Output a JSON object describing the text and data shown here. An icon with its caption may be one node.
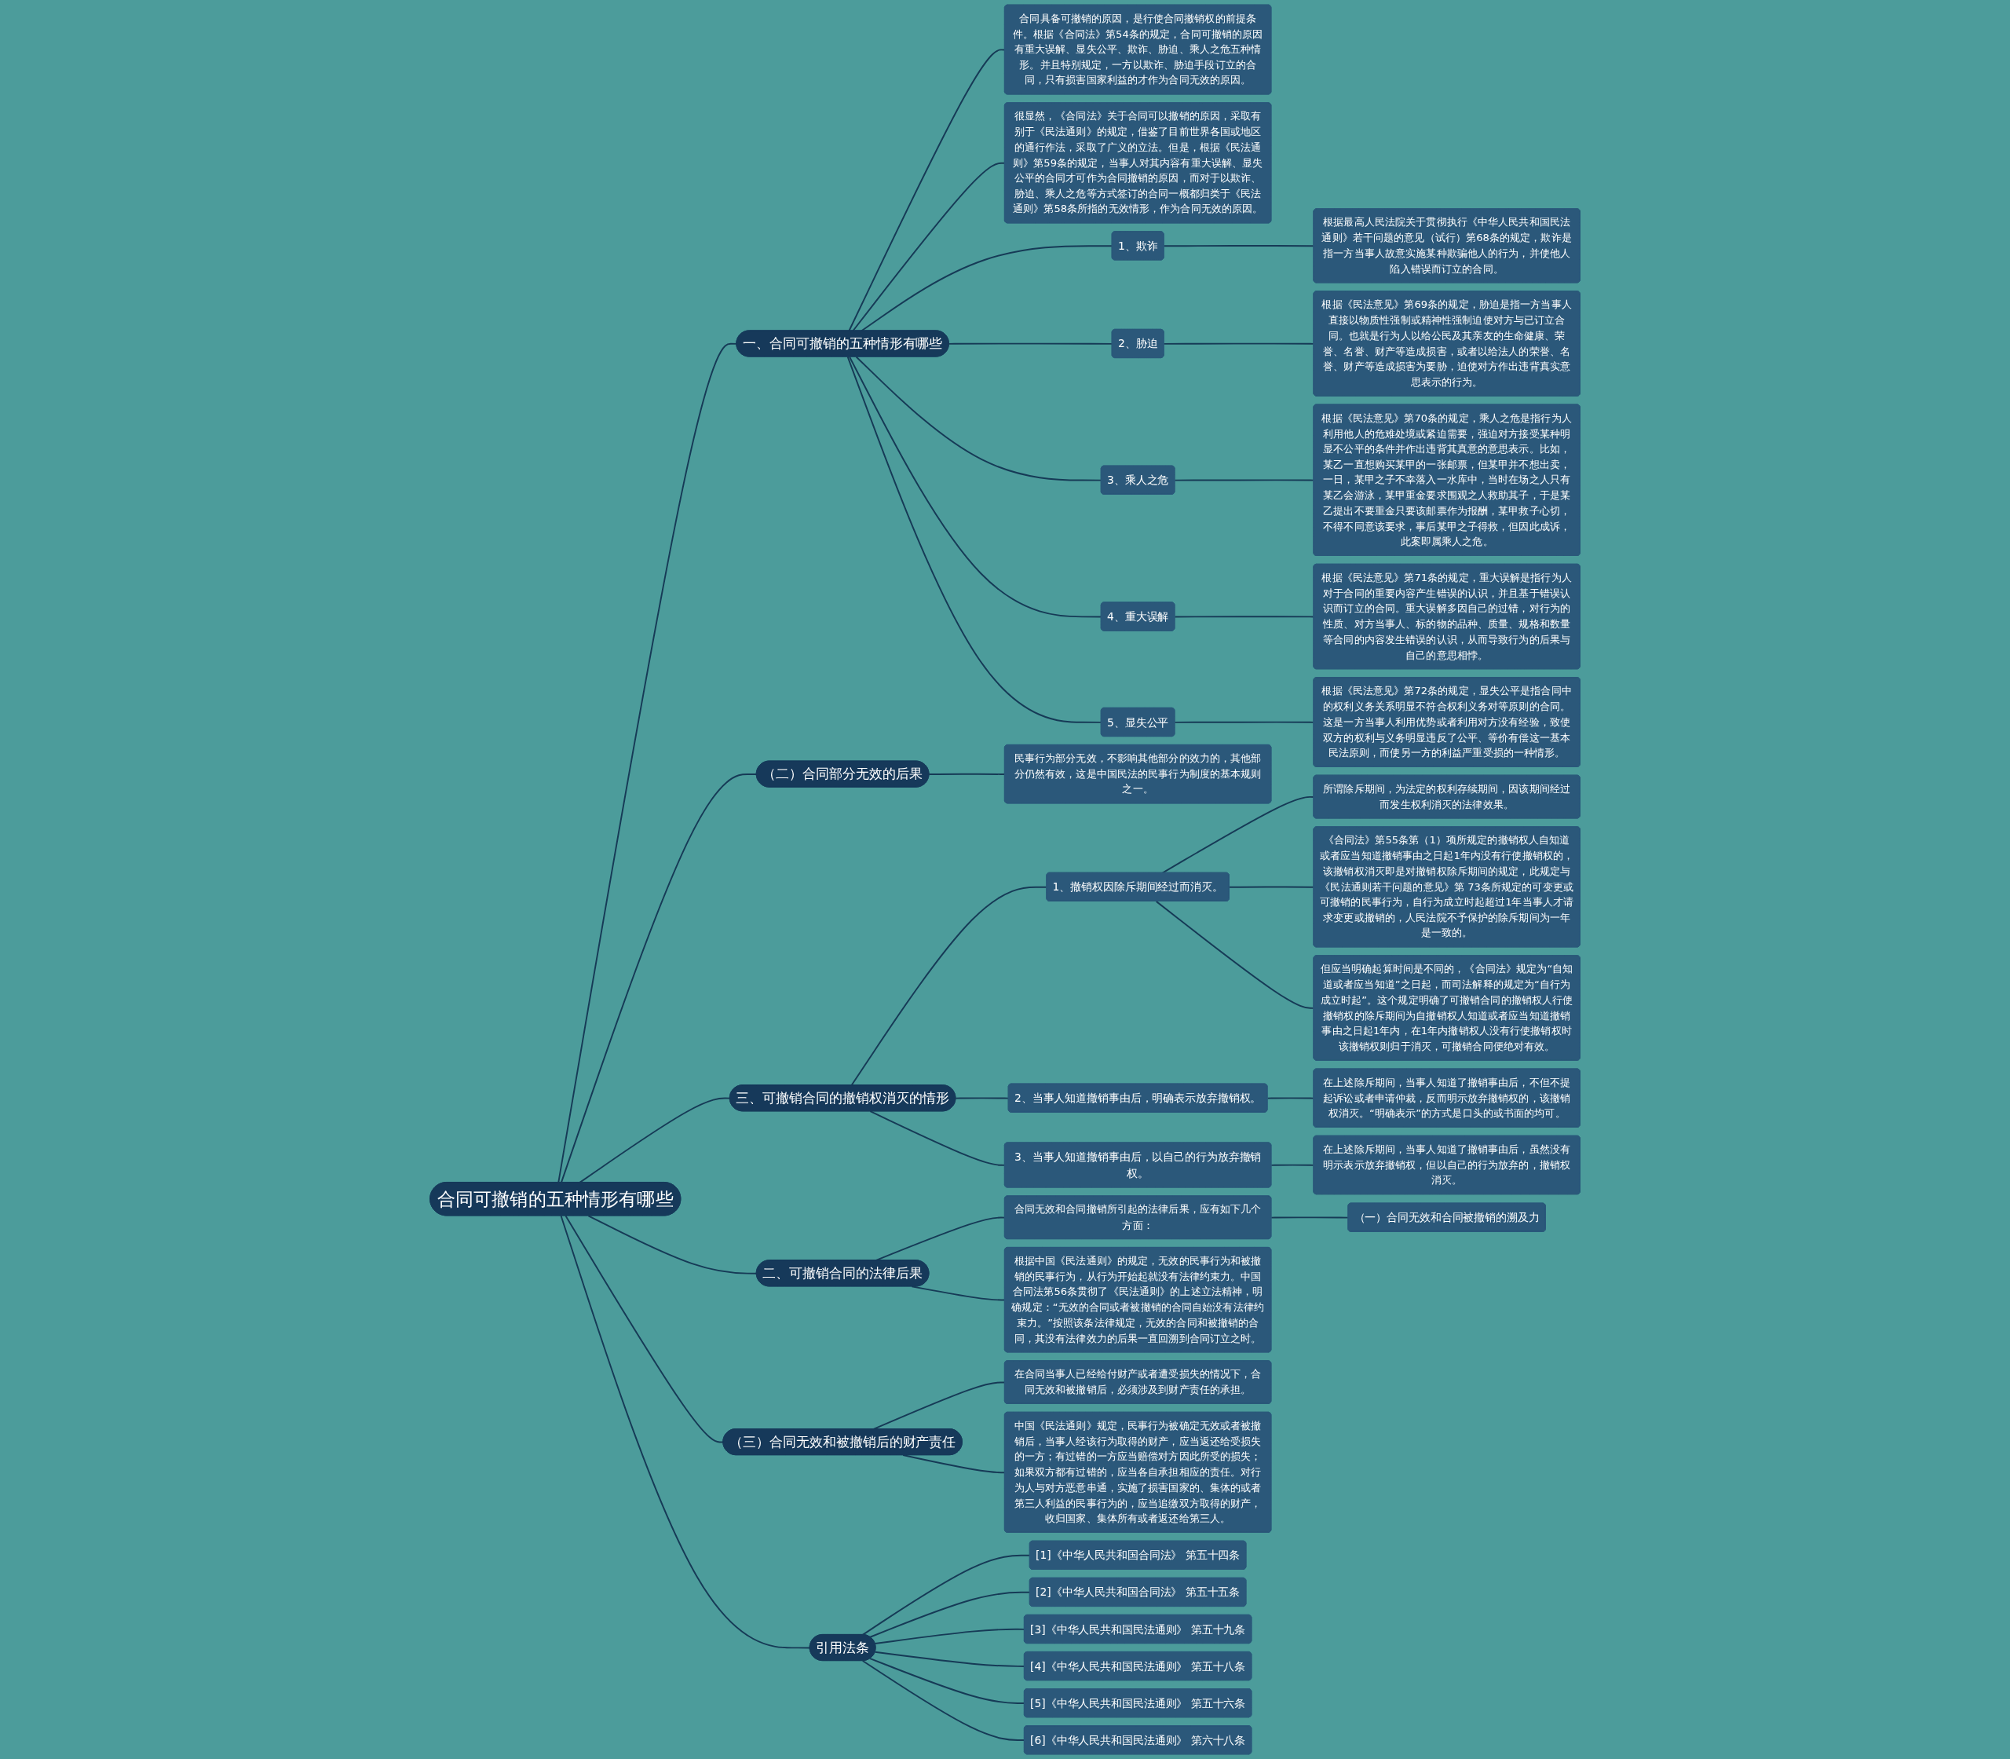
{
  "diagram": {
    "nodes": [
      {
        "text": [
          "合同可撤销的五种情形有哪些"
        ]
      },
      {
        "text": [
          "一、合同可撤销的五种情形有哪些"
        ]
      },
      {
        "text": [
          "合同具备可撤销的原因，是行使合同撤销权的前提条件。根据《合同法》第54条的规定，合同可撤销的原因有重大误解、显失公平、欺诈、胁迫、乘人之危五种情形。并且特别规定，一方以欺诈、胁迫手段订立的合同，只有损害国家利益的才作为合同无效的原因。"
        ]
      },
      {
        "text": [
          "很显然，《合同法》关于合同可以撤销的原因，采取有别于《民法通则》的规定，借鉴了目前世界各国或地区的通行作法，采取了广义的立法。但是，根据《民法通则》第59条的规定，当事人对其内容有重大误解、显失公平的合同才可作为合同撤销的原因，而对于以欺诈、胁迫、乘人之危等方式签订的合同一概都归类于《民法通则》第58条所指的无效情形，作为合同无效的原因。"
        ]
      },
      {
        "text": [
          "1、欺诈"
        ]
      },
      {
        "text": [
          "根据最高人民法院关于贯彻执行《中华人民共和国民法通则》若干问题的意见（试行）第68条的规定，欺诈是指一方当事人故意实施某种欺骗他人的行为，并使他人陷入错误而订立的合同。"
        ]
      },
      {
        "text": [
          "2、胁迫"
        ]
      },
      {
        "text": [
          "根据《民法意见》第69条的规定，胁迫是指一方当事人直接以物质性强制或精神性强制迫使对方与已订立合同。也就是行为人以给公民及其亲友的生命健康、荣誉、名誉、财产等造成损害，或者以给法人的荣誉、名誉、财产等造成损害为要胁，迫使对方作出违背真实意思表示的行为。"
        ]
      },
      {
        "text": [
          "3、乘人之危"
        ]
      },
      {
        "text": [
          "根据《民法意见》第70条的规定，乘人之危是指行为人利用他人的危难处境或紧迫需要，强迫对方接受某种明显不公平的条件并作出违背其真意的意思表示。比如，某乙一直想购买某甲的一张邮票，但某甲并不想出卖，一日，某甲之子不幸落入一水库中，当时在场之人只有某乙会游泳，某甲重金要求围观之人救助其子，于是某乙提出不要重金只要该邮票作为报酬，某甲救子心切，不得不同意该要求，事后某甲之子得救，但因此成诉，此案即属乘人之危。"
        ]
      },
      {
        "text": [
          "4、重大误解"
        ]
      },
      {
        "text": [
          "根据《民法意见》第71条的规定，重大误解是指行为人对于合同的重要内容产生错误的认识，并且基于错误认识而订立的合同。重大误解多因自己的过错，对行为的性质、对方当事人、标的物的品种、质量、规格和数量等合同的内容发生错误的认识，从而导致行为的后果与自己的意思相悖。"
        ]
      },
      {
        "text": [
          "5、显失公平"
        ]
      },
      {
        "text": [
          "根据《民法意见》第72条的规定，显失公平是指合同中的权利义务关系明显不符合权利义务对等原则的合同。这是一方当事人利用优势或者利用对方没有经验，致使双方的权利与义务明显违反了公平、等价有偿这一基本民法原则，而使另一方的利益严重受损的一种情形。"
        ]
      },
      {
        "text": [
          "（二）合同部分无效的后果"
        ]
      },
      {
        "text": [
          "民事行为部分无效，不影响其他部分的效力的，其他部分仍然有效，这是中国民法的民事行为制度的基本规则之一。"
        ]
      },
      {
        "text": [
          "三、可撤销合同的撤销权消灭的情形"
        ]
      },
      {
        "text": [
          "1、撤销权因除斥期间经过而消灭。"
        ]
      },
      {
        "text": [
          "所谓除斥期间，为法定的权利存续期间，因该期间经过而发生权利消灭的法律效果。"
        ]
      },
      {
        "text": [
          "《合同法》第55条第（1）项所规定的撤销权人自知道或者应当知道撤销事由之日起1年内没有行使撤销权的，该撤销权消灭即是对撤销权除斥期间的规定，此规定与《民法通则若干问题的意见》第 73条所规定的可变更或可撤销的民事行为，自行为成立时起超过1年当事人才请求变更或撤销的，人民法院不予保护的除斥期间为一年是一致的。"
        ]
      },
      {
        "text": [
          "但应当明确起算时间是不同的，《合同法》规定为“自知道或者应当知道”之日起，而司法解释的规定为“自行为成立时起”。这个规定明确了可撤销合同的撤销权人行使撤销权的除斥期间为自撤销权人知道或者应当知道撤销事由之日起1年内，在1年内撤销权人没有行使撤销权时该撤销权则归于消灭，可撤销合同便绝对有效。"
        ]
      },
      {
        "text": [
          "2、当事人知道撤销事由后，明确表示放弃撤销权。"
        ]
      },
      {
        "text": [
          "在上述除斥期间，当事人知道了撤销事由后，不但不提起诉讼或者申请仲裁，反而明示放弃撤销权的，该撤销权消灭。“明确表示”的方式是口头的或书面的均可。"
        ]
      },
      {
        "text": [
          "3、当事人知道撤销事由后，以自己的行为放弃撤销权。"
        ]
      },
      {
        "text": [
          "在上述除斥期间，当事人知道了撤销事由后，虽然没有明示表示放弃撤销权，但以自己的行为放弃的，撤销权消灭。"
        ]
      },
      {
        "text": [
          "二、可撤销合同的法律后果"
        ]
      },
      {
        "text": [
          "合同无效和合同撤销所引起的法律后果，应有如下几个方面："
        ]
      },
      {
        "text": [
          "（一）合同无效和合同被撤销的溯及力"
        ]
      },
      {
        "text": [
          "根据中国《民法通则》的规定，无效的民事行为和被撤销的民事行为，从行为开始起就没有法律约束力。中国合同法第56条贯彻了《民法通则》的上述立法精神，明确规定：“无效的合同或者被撤销的合同自始没有法律约束力。”按照该条法律规定，无效的合同和被撤销的合同，其没有法律效力的后果一直回溯到合同订立之时。"
        ]
      },
      {
        "text": [
          "（三）合同无效和被撤销后的财产责任"
        ]
      },
      {
        "text": [
          "在合同当事人已经给付财产或者遭受损失的情况下，合同无效和被撤销后，必须涉及到财产责任的承担。"
        ]
      },
      {
        "text": [
          "中国《民法通则》规定，民事行为被确定无效或者被撤销后，当事人经该行为取得的财产，应当返还给受损失的一方；有过错的一方应当赔偿对方因此所受的损失；如果双方都有过错的，应当各自承担相应的责任。对行为人与对方恶意串通，实施了损害国家的、集体的或者第三人利益的民事行为的，应当追缴双方取得的财产，收归国家、集体所有或者返还给第三人。"
        ]
      },
      {
        "text": [
          "引用法条"
        ]
      },
      {
        "text": [
          "[1]《中华人民共和国合同法》 第五十四条"
        ]
      },
      {
        "text": [
          "[2]《中华人民共和国合同法》 第五十五条"
        ]
      },
      {
        "text": [
          "[3]《中华人民共和国民法通则》 第五十九条"
        ]
      },
      {
        "text": [
          "[4]《中华人民共和国民法通则》 第五十八条"
        ]
      },
      {
        "text": [
          "[5]《中华人民共和国民法通则》 第五十六条"
        ]
      },
      {
        "text": [
          "[6]《中华人民共和国民法通则》 第六十八条"
        ]
      }
    ],
    "edges": [
      {
        "from": 0,
        "to": 1,
        "arrow": "none"
      },
      {
        "from": 1,
        "to": 2,
        "arrow": "none"
      },
      {
        "from": 1,
        "to": 3,
        "arrow": "none"
      },
      {
        "from": 1,
        "to": 4,
        "arrow": "none"
      },
      {
        "from": 4,
        "to": 5,
        "arrow": "none"
      },
      {
        "from": 1,
        "to": 6,
        "arrow": "none"
      },
      {
        "from": 6,
        "to": 7,
        "arrow": "none"
      },
      {
        "from": 1,
        "to": 8,
        "arrow": "none"
      },
      {
        "from": 8,
        "to": 9,
        "arrow": "none"
      },
      {
        "from": 1,
        "to": 10,
        "arrow": "none"
      },
      {
        "from": 10,
        "to": 11,
        "arrow": "none"
      },
      {
        "from": 1,
        "to": 12,
        "arrow": "none"
      },
      {
        "from": 12,
        "to": 13,
        "arrow": "none"
      },
      {
        "from": 0,
        "to": 14,
        "arrow": "none"
      },
      {
        "from": 14,
        "to": 15,
        "arrow": "none"
      },
      {
        "from": 0,
        "to": 16,
        "arrow": "none"
      },
      {
        "from": 16,
        "to": 17,
        "arrow": "none"
      },
      {
        "from": 17,
        "to": 18,
        "arrow": "none"
      },
      {
        "from": 17,
        "to": 19,
        "arrow": "none"
      },
      {
        "from": 17,
        "to": 20,
        "arrow": "none"
      },
      {
        "from": 16,
        "to": 21,
        "arrow": "none"
      },
      {
        "from": 21,
        "to": 22,
        "arrow": "none"
      },
      {
        "from": 16,
        "to": 23,
        "arrow": "none"
      },
      {
        "from": 23,
        "to": 24,
        "arrow": "none"
      },
      {
        "from": 0,
        "to": 25,
        "arrow": "none"
      },
      {
        "from": 25,
        "to": 26,
        "arrow": "none"
      },
      {
        "from": 26,
        "to": 27,
        "arrow": "none"
      },
      {
        "from": 25,
        "to": 28,
        "arrow": "none"
      },
      {
        "from": 0,
        "to": 29,
        "arrow": "none"
      },
      {
        "from": 29,
        "to": 30,
        "arrow": "none"
      },
      {
        "from": 29,
        "to": 31,
        "arrow": "none"
      },
      {
        "from": 0,
        "to": 32,
        "arrow": "none"
      },
      {
        "from": 32,
        "to": 33,
        "arrow": "none"
      },
      {
        "from": 32,
        "to": 34,
        "arrow": "none"
      },
      {
        "from": 32,
        "to": 35,
        "arrow": "none"
      },
      {
        "from": 32,
        "to": 36,
        "arrow": "none"
      },
      {
        "from": 32,
        "to": 37,
        "arrow": "none"
      },
      {
        "from": 32,
        "to": 38,
        "arrow": "none"
      }
    ]
  }
}
